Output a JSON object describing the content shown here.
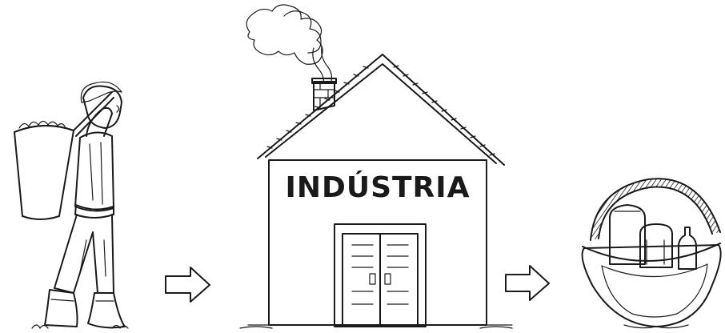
{
  "factory": {
    "sign_label": "INDÚSTRIA"
  },
  "scene": {
    "stages": [
      "farmer-with-basket",
      "industry-building",
      "basket-of-processed-products"
    ],
    "arrows": [
      "arrow-right-icon",
      "arrow-right-icon"
    ],
    "line_color": "#1a1a1a",
    "background": "#ffffff"
  }
}
